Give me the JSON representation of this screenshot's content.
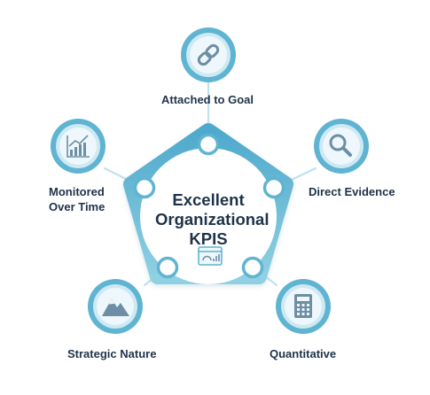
{
  "center": {
    "title_lines": [
      "Excellent",
      "Organizational",
      "KPIS"
    ],
    "icon": "dashboard-icon"
  },
  "items": [
    {
      "id": "goal",
      "lines": [
        "Attached to Goal"
      ],
      "icon": "link-icon"
    },
    {
      "id": "evidence",
      "lines": [
        "Direct Evidence"
      ],
      "icon": "magnifier-icon"
    },
    {
      "id": "quantitative",
      "lines": [
        "Quantitative"
      ],
      "icon": "calculator-icon"
    },
    {
      "id": "strategic",
      "lines": [
        "Strategic Nature"
      ],
      "icon": "mountain-icon"
    },
    {
      "id": "monitored",
      "lines": [
        "Monitored",
        "Over Time"
      ],
      "icon": "line-chart-icon"
    }
  ],
  "colors": {
    "accent": "#5fb4d2",
    "ring_light": "#cde9f3",
    "icon_fill": "#eef7fb",
    "icon_glyph": "#6d8ea4",
    "text": "#1f3349",
    "connector": "#bfe2ee"
  }
}
